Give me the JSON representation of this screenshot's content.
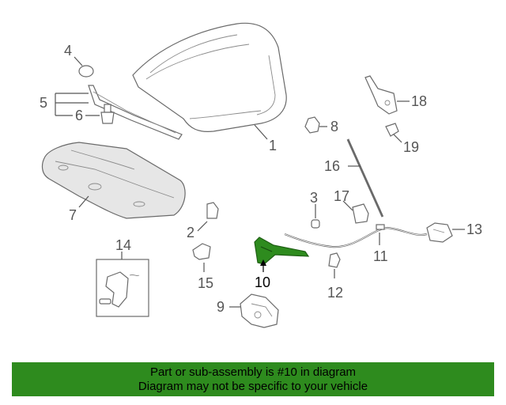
{
  "callouts": [
    "1",
    "2",
    "3",
    "4",
    "5",
    "6",
    "7",
    "8",
    "9",
    "10",
    "11",
    "12",
    "13",
    "14",
    "15",
    "16",
    "17",
    "18",
    "19"
  ],
  "highlighted_part": "10",
  "colors": {
    "highlight": "#2e8b1e",
    "banner_bg": "#2e8b1e",
    "line": "#6a6a6a"
  },
  "banner": {
    "line1": "Part or sub-assembly is #10 in diagram",
    "line2": "Diagram may not be specific to your vehicle"
  }
}
